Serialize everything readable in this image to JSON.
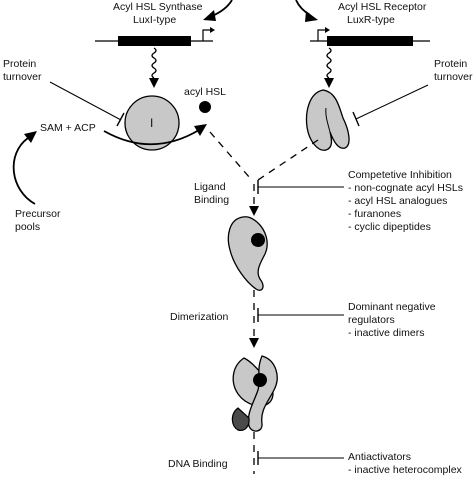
{
  "synthase": {
    "line1": "Acyl HSL Synthase",
    "line2": "LuxI-type"
  },
  "receptor": {
    "line1": "Acyl HSL Receptor",
    "line2": "LuxR-type"
  },
  "protein_turnover_left": {
    "line1": "Protein",
    "line2": "turnover"
  },
  "protein_turnover_right": {
    "line1": "Protein",
    "line2": "turnover"
  },
  "synthase_letter": "I",
  "acyl_hsl": "acyl HSL",
  "substrates": "SAM + ACP",
  "precursor": {
    "line1": "Precursor",
    "line2": "pools"
  },
  "steps": {
    "ligand_binding": {
      "line1": "Ligand",
      "line2": "Binding"
    },
    "dimerization": "Dimerization",
    "dna_binding": "DNA Binding"
  },
  "inhibitors": {
    "competitive": {
      "title": "Competetive Inhibition",
      "items": [
        "- non-cognate acyl HSLs",
        "- acyl HSL analogues",
        "- furanones",
        "- cyclic dipeptides"
      ]
    },
    "dominant_negative": {
      "line1": "Dominant negative",
      "line2": "regulators",
      "line3": "- inactive dimers"
    },
    "antiactivators": {
      "title": "Antiactivators",
      "item": "- inactive heterocomplex"
    }
  },
  "colors": {
    "gene_bar": "#000000",
    "protein_fill": "#c8c8c8",
    "dark_subunit": "#4a4a4a",
    "ligand": "#000000"
  }
}
